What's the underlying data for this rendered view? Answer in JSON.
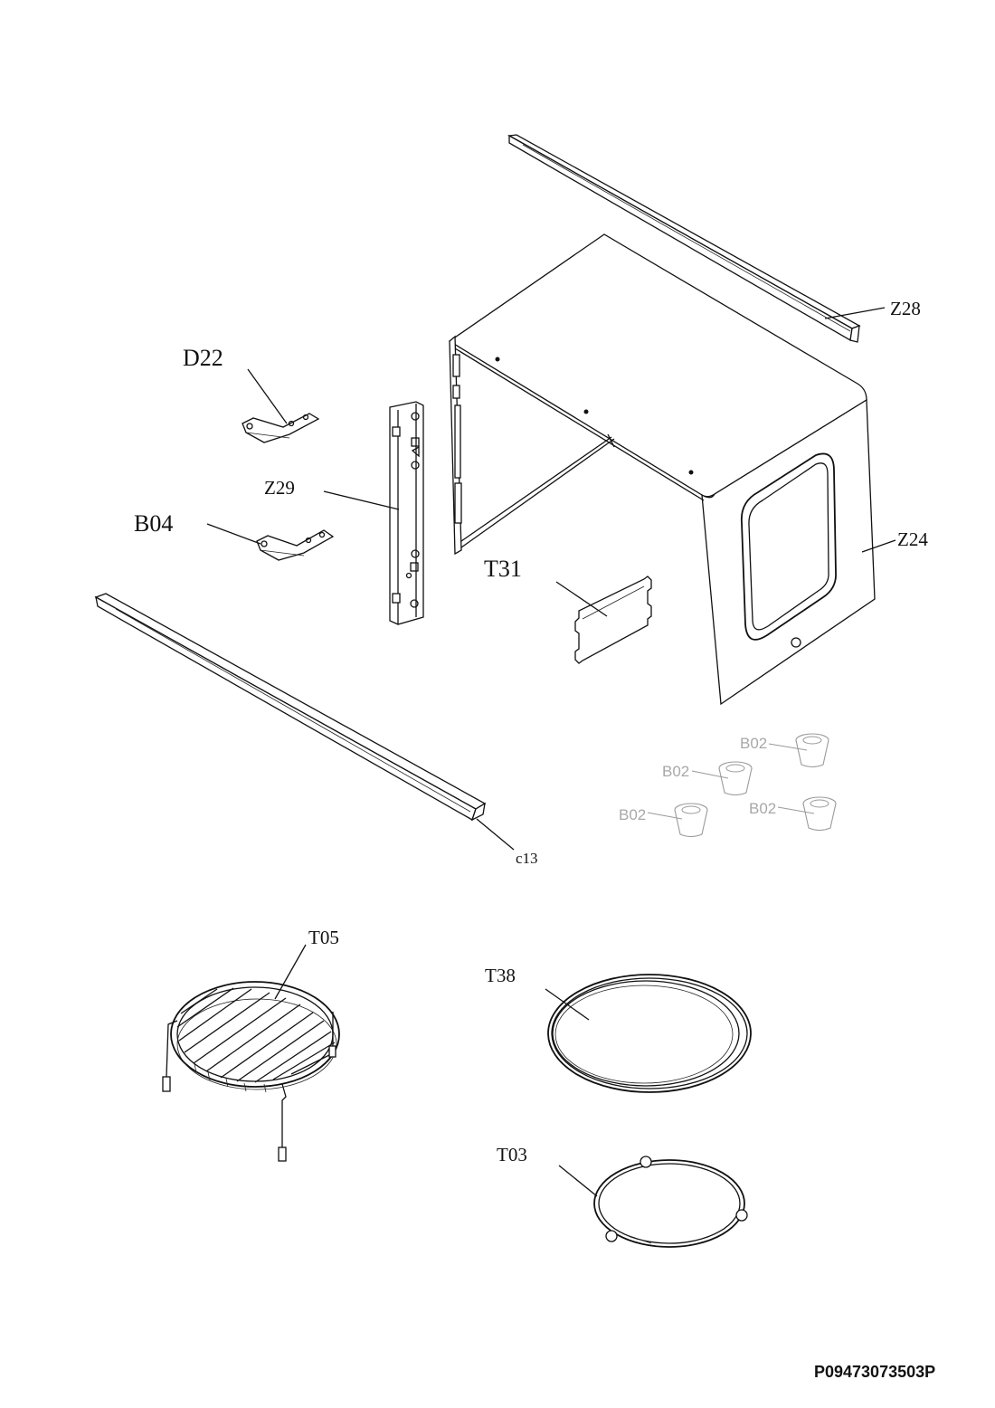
{
  "parts": {
    "z28": "Z28",
    "d22": "D22",
    "z29": "Z29",
    "b04": "B04",
    "t31": "T31",
    "z24": "Z24",
    "b02_a": "B02",
    "b02_b": "B02",
    "b02_c": "B02",
    "b02_d": "B02",
    "c13": "c13",
    "t05": "T05",
    "t38": "T38",
    "t03": "T03"
  },
  "document_code": "P09473073503P",
  "colors": {
    "line": "#111111",
    "faded": "#a8a8a8"
  }
}
